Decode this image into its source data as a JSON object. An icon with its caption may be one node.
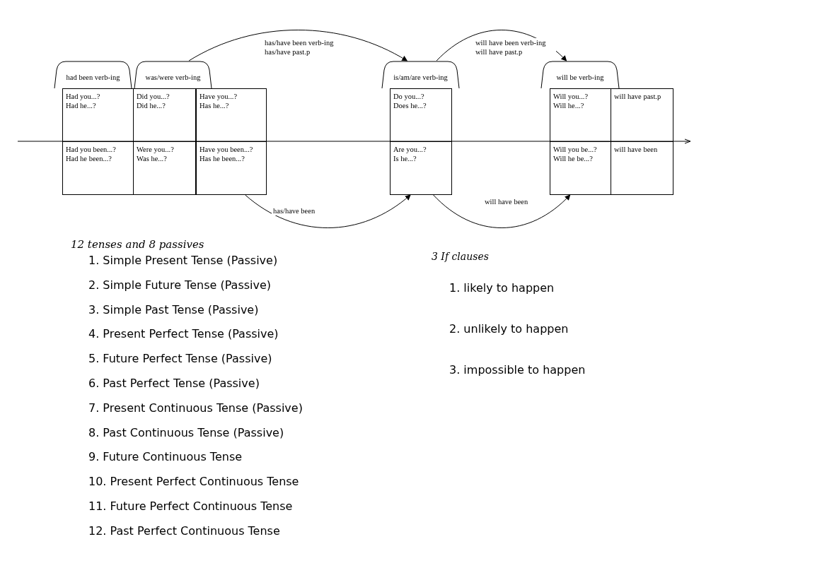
{
  "diagram": {
    "nodes": [
      {
        "text": [
          "had been verb-ing"
        ]
      },
      {
        "text": [
          "was/were verb-ing"
        ]
      },
      {
        "text": [
          "is/am/are verb-ing"
        ]
      },
      {
        "text": [
          "will be verb-ing"
        ]
      },
      {
        "text": [
          "Had you...?",
          "Had he...?"
        ]
      },
      {
        "text": [
          "Did you...?",
          "Did he...?"
        ]
      },
      {
        "text": [
          "Have you...?",
          "Has he...?"
        ]
      },
      {
        "text": [
          "Do you...?",
          "Does he...?"
        ]
      },
      {
        "text": [
          "Will you...?",
          "Will he...?"
        ]
      },
      {
        "text": [
          "will have past.p"
        ]
      },
      {
        "text": [
          "Had you been...?",
          "Had he been...?"
        ]
      },
      {
        "text": [
          "Were you...?",
          "Was he...?"
        ]
      },
      {
        "text": [
          "Have you been...?",
          "Has he been...?"
        ]
      },
      {
        "text": [
          "Are you...?",
          "Is he...?"
        ]
      },
      {
        "text": [
          "Will you be...?",
          "Will he be...?"
        ]
      },
      {
        "text": [
          "will have been"
        ]
      }
    ],
    "edges": [
      {
        "from": 1,
        "to": 2,
        "arrow": "to",
        "label": "has/have been verb-ing has/have past.p"
      },
      {
        "from": 2,
        "to": 3,
        "arrow": "to",
        "label": "will have been verb-ing will have past.p"
      },
      {
        "from": 12,
        "to": 13,
        "arrow": "to",
        "label": "has/have been"
      },
      {
        "from": 13,
        "to": 14,
        "arrow": "to",
        "label": "will have been"
      }
    ],
    "labels": [
      "12 tenses and 8 passives",
      "1. Simple Present Tense (Passive)",
      "2. Simple Future Tense (Passive)",
      "3. Simple Past Tense (Passive)",
      "4. Present Perfect Tense (Passive)",
      "5. Future Perfect Tense (Passive)",
      "6. Past Perfect Tense (Passive)",
      "7. Present Continuous Tense (Passive)",
      "8. Past Continuous Tense (Passive)",
      "9. Future Continuous Tense",
      "10. Present Perfect Continuous Tense",
      "11. Future Perfect Continuous Tense",
      "12. Past Perfect Continuous Tense",
      "3 If clauses",
      "1. likely to happen",
      "2. unlikely to happen",
      "3. impossible to happen"
    ]
  }
}
